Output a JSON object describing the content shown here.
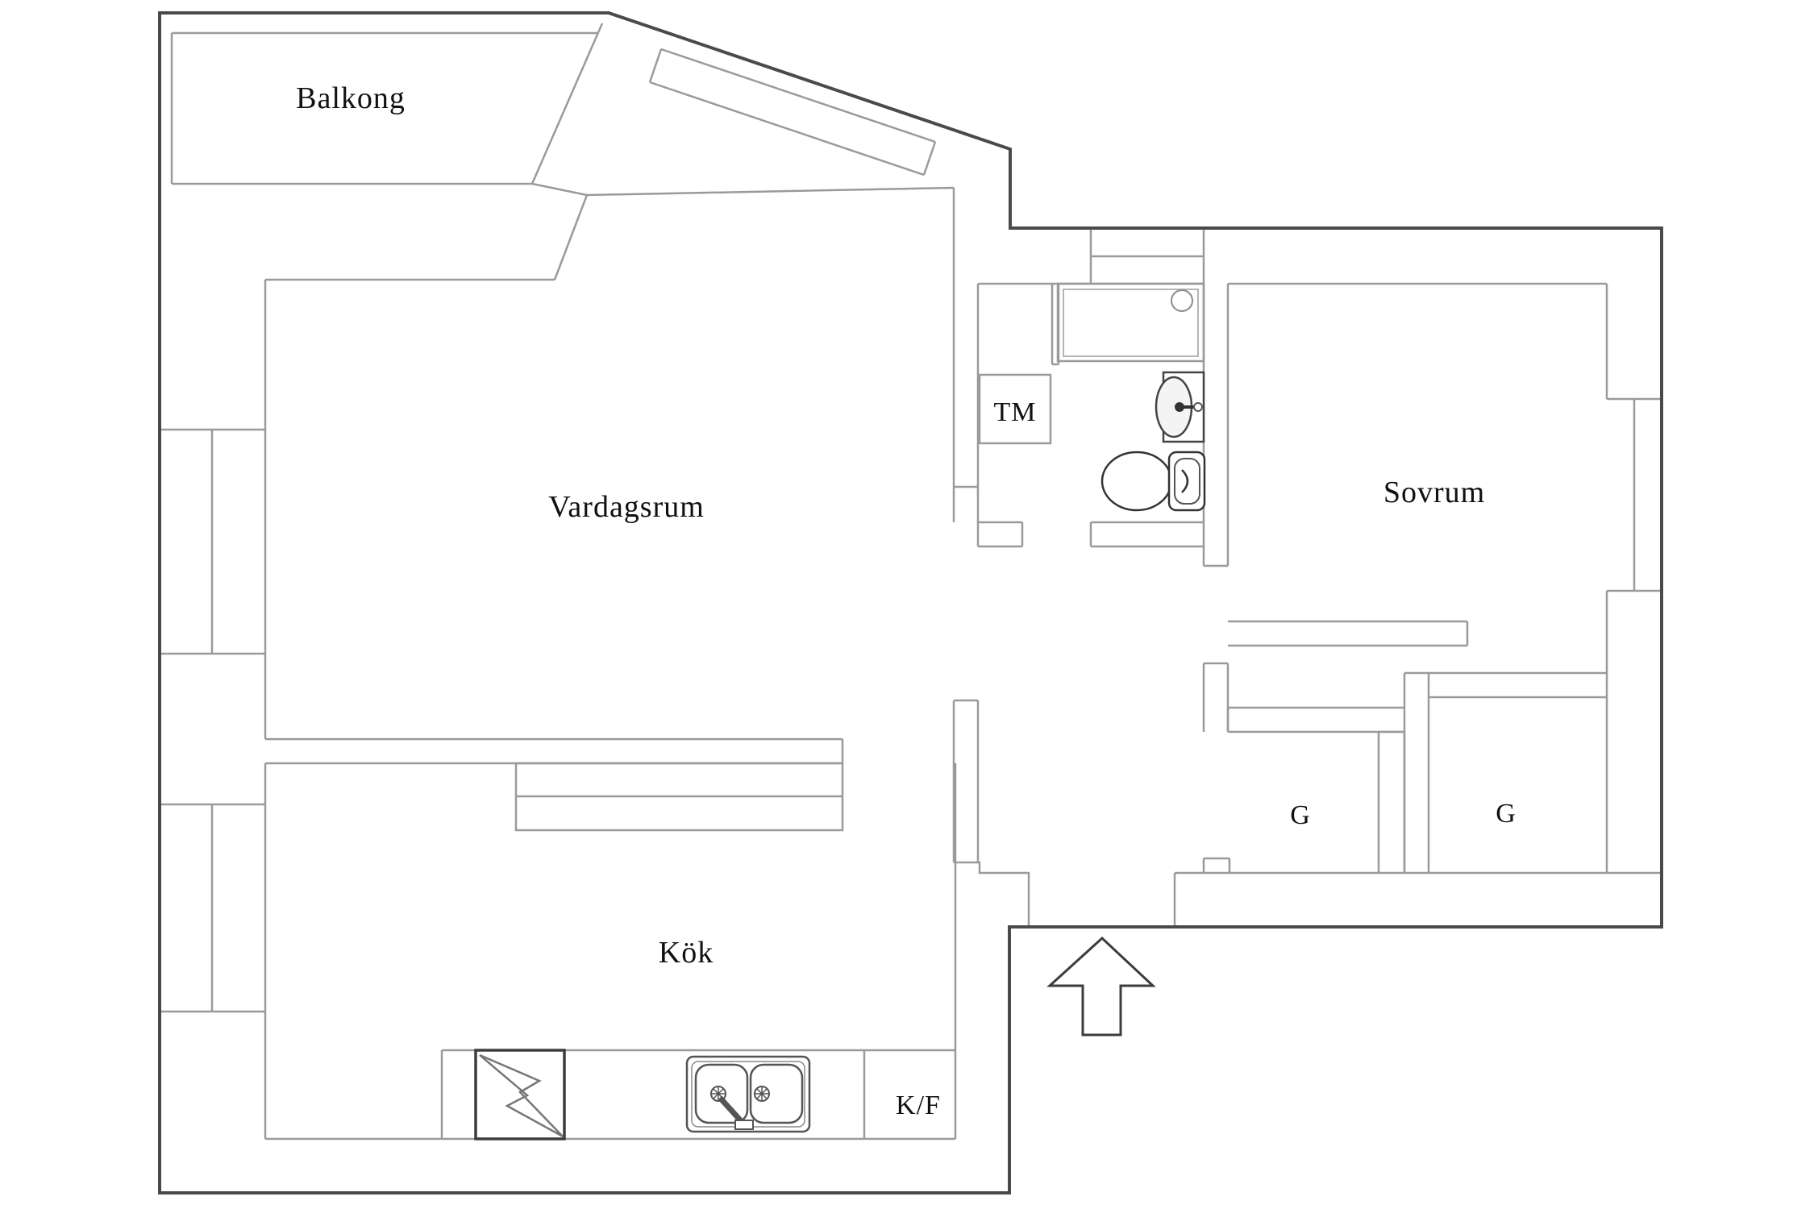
{
  "title": "Apartment floor plan",
  "rooms": {
    "balcony": {
      "label": "Balkong"
    },
    "living_room": {
      "label": "Vardagsrum"
    },
    "kitchen": {
      "label": "Kök"
    },
    "bedroom": {
      "label": "Sovrum"
    },
    "washing_machine": {
      "label": "TM"
    },
    "wardrobe_left": {
      "label": "G"
    },
    "wardrobe_right": {
      "label": "G"
    },
    "fridge_freezer": {
      "label": "K/F"
    }
  },
  "fixtures": [
    "shower-tray",
    "wash-basin",
    "toilet",
    "kitchen-double-sink",
    "stove",
    "dining-counter",
    "entrance-arrow",
    "window-left-upper",
    "window-left-lower",
    "window-right-bedroom",
    "window-diagonal"
  ],
  "colors": {
    "background": "#ffffff",
    "wall_outer": "#4a4a4a",
    "wall_inner": "#9a9a9a",
    "fixture": "#555555",
    "text": "#111111"
  }
}
